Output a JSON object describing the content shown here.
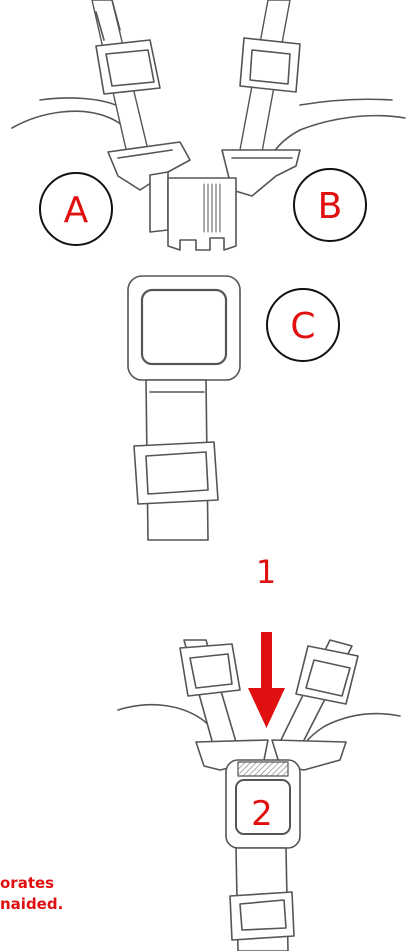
{
  "labels": {
    "part_a": "A",
    "part_b": "B",
    "part_c": "C",
    "step_1": "1",
    "step_2": "2"
  },
  "caption": {
    "line1": "orates",
    "line2": "naided."
  },
  "colors": {
    "accent": "#e01010",
    "ink": "#444444",
    "strap_fill": "#ffffff",
    "hatch": "#777777"
  },
  "icons": {
    "arrow": "down-arrow-icon"
  }
}
